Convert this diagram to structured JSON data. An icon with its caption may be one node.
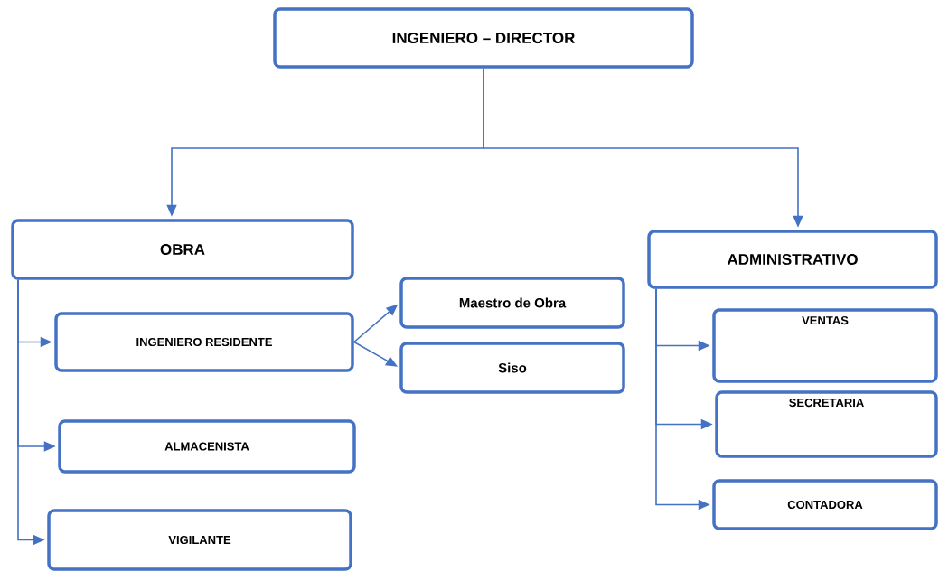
{
  "diagram": {
    "nodes": [
      {
        "text": [
          "INGENIERO – DIRECTOR"
        ]
      },
      {
        "text": [
          "OBRA"
        ]
      },
      {
        "text": [
          "ADMINISTRATIVO"
        ]
      },
      {
        "text": [
          "INGENIERO RESIDENTE"
        ]
      },
      {
        "text": [
          "Maestro de Obra"
        ]
      },
      {
        "text": [
          "Siso"
        ]
      },
      {
        "text": [
          "ALMACENISTA"
        ]
      },
      {
        "text": [
          "VIGILANTE"
        ]
      },
      {
        "text": [
          "VENTAS"
        ]
      },
      {
        "text": [
          "SECRETARIA"
        ]
      },
      {
        "text": [
          "CONTADORA"
        ]
      }
    ],
    "edges": [
      {
        "from": 0,
        "to": 1,
        "arrow": "to"
      },
      {
        "from": 0,
        "to": 2,
        "arrow": "to"
      },
      {
        "from": 1,
        "to": 3,
        "arrow": "to"
      },
      {
        "from": 1,
        "to": 6,
        "arrow": "to"
      },
      {
        "from": 1,
        "to": 7,
        "arrow": "to"
      },
      {
        "from": 3,
        "to": 4,
        "arrow": "to"
      },
      {
        "from": 3,
        "to": 5,
        "arrow": "to"
      },
      {
        "from": 2,
        "to": 8,
        "arrow": "to"
      },
      {
        "from": 2,
        "to": 9,
        "arrow": "to"
      },
      {
        "from": 2,
        "to": 10,
        "arrow": "to"
      }
    ]
  }
}
